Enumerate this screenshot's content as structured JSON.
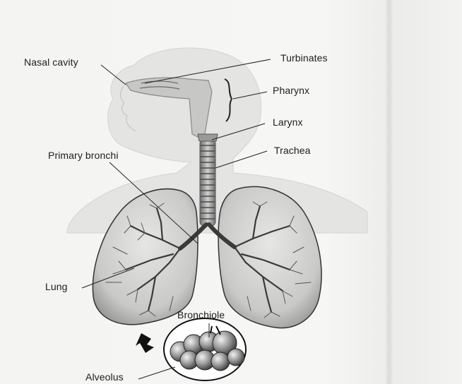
{
  "labels": {
    "nasal_cavity": "Nasal cavity",
    "turbinates": "Turbinates",
    "pharynx": "Pharynx",
    "larynx": "Larynx",
    "trachea": "Trachea",
    "primary_bronchi": "Primary bronchi",
    "lung": "Lung",
    "bronchiole": "Bronchiole",
    "alveolus": "Alveolus"
  }
}
